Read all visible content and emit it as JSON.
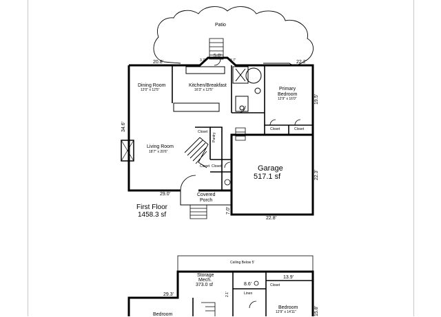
{
  "first_floor": {
    "title": "First Floor",
    "area": "1458.3 sf",
    "patio": "Patio",
    "dining_room": {
      "name": "Dining Room",
      "size": "12'0\" x 12'5\""
    },
    "kitchen": {
      "name": "Kitchen/Breakfast",
      "size": "16'3\" x 12'5\""
    },
    "primary_bedroom": {
      "name_line1": "Primary",
      "name_line2": "Bedroom",
      "size": "12'9\" x 16'0\""
    },
    "living_room": {
      "name": "Living Room",
      "size": "18'7\" x 20'6\""
    },
    "garage": {
      "name": "Garage",
      "area": "517.1 sf"
    },
    "covered_porch": {
      "line1": "Covered",
      "line2": "Porch"
    },
    "closet_labels": [
      "Closet",
      "Closet",
      "Closet"
    ],
    "pantry": "Pantry",
    "closet_small": [
      "Closet",
      "Closet"
    ],
    "dimensions": {
      "top_left": "20.8'",
      "top_right": "22.2'",
      "bay": "5.0'",
      "bay_side_left": "3.7'",
      "bay_side_right": "3.7'",
      "left_side": "34.6'",
      "right_upper": "19.5'",
      "right_garage": "22.3'",
      "bottom_left": "29.0'",
      "garage_bottom": "22.8'",
      "porch_side": "7.0'"
    }
  },
  "second_floor": {
    "ceiling_note": "Ceiling Below 5'",
    "storage": {
      "line1": "Storage",
      "line2": "Mech.",
      "area": "373.0 sf"
    },
    "linen": "Linen",
    "closet": "Closet",
    "bedroom_right": {
      "name": "Bedroom",
      "size": "12'9\" x 14'11\""
    },
    "bedroom_left": {
      "name": "Bedroom"
    },
    "dimensions": {
      "top_left": "29.3'",
      "top_right": "13.9'",
      "hall": "8.6'",
      "small": "2.1'",
      "right_side": "15.8'"
    }
  }
}
